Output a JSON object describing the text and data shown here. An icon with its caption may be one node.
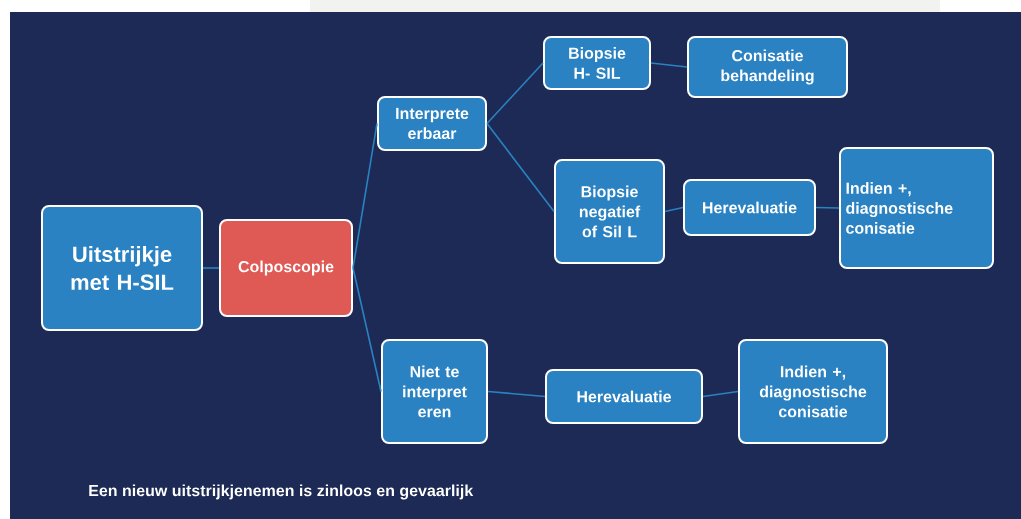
{
  "diagram": {
    "nodes": [
      {
        "text": [
          "Uitstrijkje met H-SIL"
        ]
      },
      {
        "text": [
          "Colposcopie"
        ]
      },
      {
        "text": [
          "Interprete erbaar"
        ]
      },
      {
        "text": [
          "Biopsie H- SIL"
        ]
      },
      {
        "text": [
          "Conisatie behandeling"
        ]
      },
      {
        "text": [
          "Biopsie negatief of Sil L"
        ]
      },
      {
        "text": [
          "Herevaluatie"
        ]
      },
      {
        "text": [
          "Indien +, diagnostische conisatie"
        ]
      },
      {
        "text": [
          "Niet te interpret eren"
        ]
      },
      {
        "text": [
          "Herevaluatie"
        ]
      },
      {
        "text": [
          "Indien +, diagnostische conisatie"
        ]
      }
    ],
    "edges": [
      {
        "from": 0,
        "to": 1,
        "arrow": "none"
      },
      {
        "from": 1,
        "to": 2,
        "arrow": "none"
      },
      {
        "from": 1,
        "to": 8,
        "arrow": "none"
      },
      {
        "from": 2,
        "to": 3,
        "arrow": "none"
      },
      {
        "from": 2,
        "to": 5,
        "arrow": "none"
      },
      {
        "from": 3,
        "to": 4,
        "arrow": "none"
      },
      {
        "from": 5,
        "to": 6,
        "arrow": "none"
      },
      {
        "from": 6,
        "to": 7,
        "arrow": "none"
      },
      {
        "from": 8,
        "to": 9,
        "arrow": "none"
      },
      {
        "from": 9,
        "to": 10,
        "arrow": "none"
      }
    ],
    "labels": [
      "Een nieuw uitstrijkjenemen is zinloos en gevaarlijk"
    ]
  }
}
